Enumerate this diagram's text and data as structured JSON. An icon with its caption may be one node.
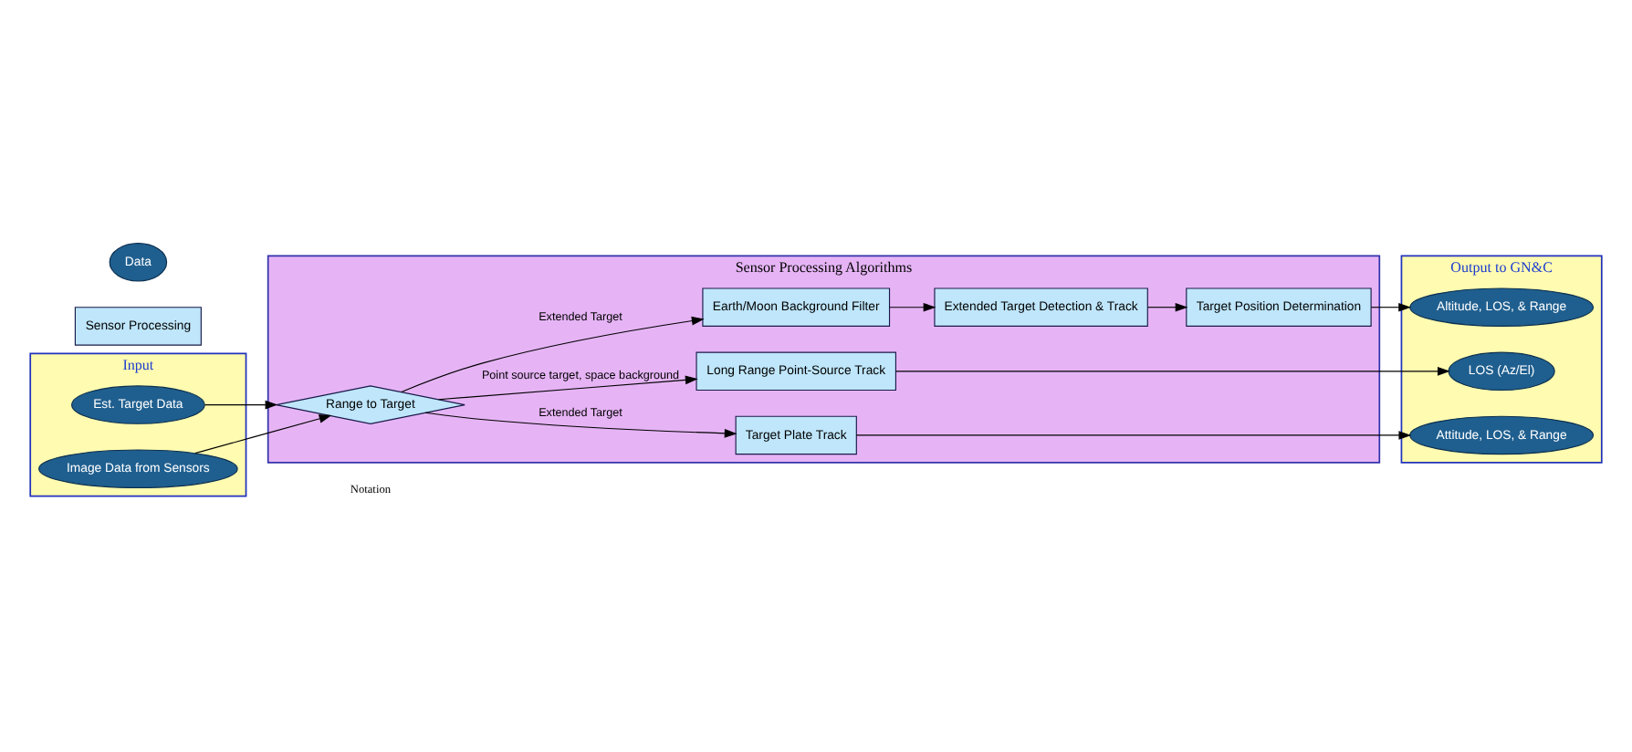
{
  "diagram": {
    "nodes": [
      {
        "text": [
          "Input"
        ]
      },
      {
        "text": [
          "Est. Target Data"
        ],
        "in": 0
      },
      {
        "text": [
          "Image Data from Sensors"
        ],
        "in": 0
      },
      {
        "text": [
          "Sensor Processing Algorithms"
        ]
      },
      {
        "text": [
          "Range to Target"
        ],
        "in": 3
      },
      {
        "text": [
          "Long Range Point-Source Track"
        ],
        "in": 3
      },
      {
        "text": [
          "Earth/Moon Background Filter"
        ],
        "in": 3
      },
      {
        "text": [
          "Extended Target Detection & Track"
        ],
        "in": 3
      },
      {
        "text": [
          "Target Position Determination"
        ],
        "in": 3
      },
      {
        "text": [
          "Target Plate Track"
        ],
        "in": 3
      },
      {
        "text": [
          "Output to GN&C"
        ]
      },
      {
        "text": [
          "LOS (Az/El)"
        ],
        "in": 10
      },
      {
        "text": [
          "Altitude, LOS, & Range"
        ],
        "in": 10
      },
      {
        "text": [
          "Attitude, LOS, & Range"
        ],
        "in": 10
      },
      {
        "text": [
          "Sensor Processing"
        ]
      },
      {
        "text": [
          "Data"
        ]
      }
    ],
    "edges": [
      {
        "from": 1,
        "to": 4,
        "arrow": "to"
      },
      {
        "from": 2,
        "to": 4,
        "arrow": "to"
      },
      {
        "from": 4,
        "to": 5,
        "arrow": "to",
        "label": "Point source target, space background"
      },
      {
        "from": 4,
        "to": 6,
        "arrow": "to",
        "label": "Extended Target"
      },
      {
        "from": 4,
        "to": 9,
        "arrow": "to",
        "label": "Extended Target"
      },
      {
        "from": 5,
        "to": 11,
        "arrow": "to"
      },
      {
        "from": 6,
        "to": 7,
        "arrow": "to"
      },
      {
        "from": 7,
        "to": 8,
        "arrow": "to"
      },
      {
        "from": 8,
        "to": 12,
        "arrow": "to"
      },
      {
        "from": 9,
        "to": 13,
        "arrow": "to"
      }
    ],
    "labels": [
      "Notation"
    ]
  }
}
